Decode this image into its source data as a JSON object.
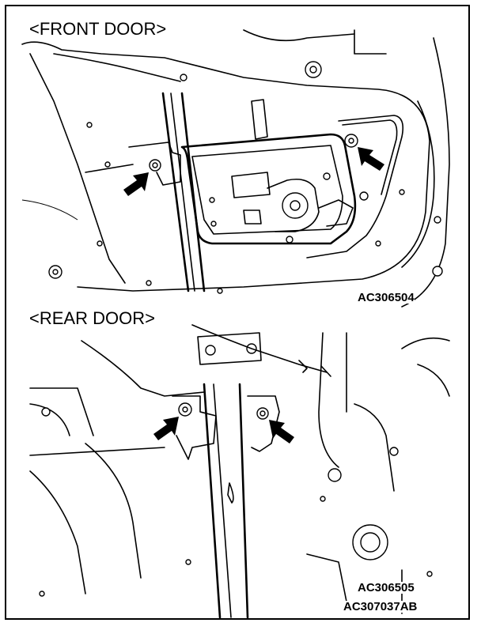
{
  "front_panel": {
    "title": "<FRONT DOOR>",
    "code": "AC306504"
  },
  "rear_panel": {
    "title": "<REAR DOOR>",
    "code": "AC306505"
  },
  "figure_code": "AC307037AB",
  "colors": {
    "line": "#000000",
    "background": "#ffffff"
  }
}
